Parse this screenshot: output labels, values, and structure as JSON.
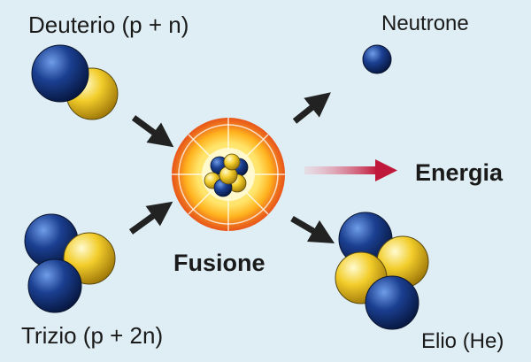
{
  "labels": {
    "deuterium": "Deuterio (p + n)",
    "tritium": "Trizio (p + 2n)",
    "neutron": "Neutrone",
    "energy": "Energia",
    "fusion": "Fusione",
    "helium": "Elio (He)"
  },
  "colors": {
    "background": "#dfeef4",
    "proton": "#1b3f91",
    "neutron": "#f2cd2a",
    "arrow": "#222222",
    "energy_arrow": "#c0183a",
    "burst_outer": "#e8551a",
    "burst_core": "#fff6a8"
  }
}
